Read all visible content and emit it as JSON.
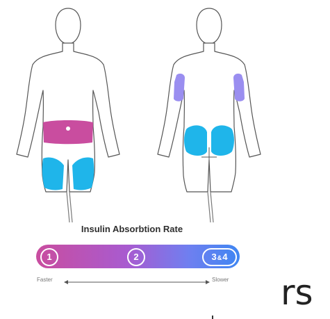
{
  "figures": [
    {
      "view": "front",
      "zones": [
        "abdomen",
        "upper-thighs"
      ]
    },
    {
      "view": "back",
      "zones": [
        "back-of-arms",
        "buttocks"
      ]
    }
  ],
  "colors": {
    "abdomen": "#c94d9f",
    "arms": "#9a8ef0",
    "thighs_buttocks": "#1fb5ea",
    "outline": "#555555"
  },
  "scale": {
    "title": "Insulin Absorbtion Rate",
    "badges": [
      "1",
      "2",
      "3",
      "4"
    ],
    "badge_joiner": "&",
    "faster_label": "Faster",
    "slower_label": "Slower"
  },
  "partial_text": "rs"
}
